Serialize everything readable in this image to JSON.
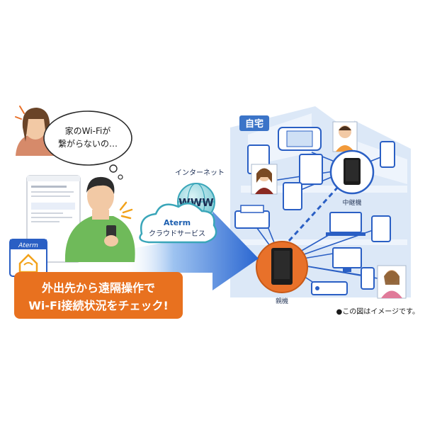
{
  "speech_bubble": {
    "line1": "家のWi-Fiが",
    "line2": "繋がらないの…"
  },
  "internet_label": "インターネット",
  "globe_label": "WWW",
  "cloud": {
    "line1": "Aterm",
    "line2": "クラウドサービス"
  },
  "app_logo_text": "Aterm",
  "caption": {
    "line1": "外出先から遠隔操作で",
    "line2": "Wi-Fi接続状況をチェック!"
  },
  "home_label": "自宅",
  "repeater_label": "中継機",
  "router_label": "親機",
  "note": "●この図はイメージです。",
  "colors": {
    "accent_orange": "#e8712a",
    "caption_bg": "#e8711f",
    "arrow_blue": "#2f6fd6",
    "house_bg": "#dce8f7",
    "line_blue": "#2a5fc4",
    "globe_teal": "#3aa6b9"
  }
}
